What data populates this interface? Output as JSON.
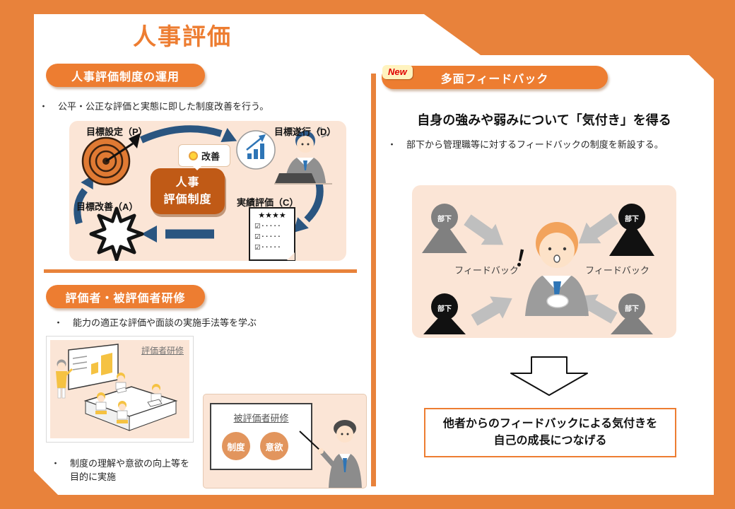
{
  "colors": {
    "frame_orange": "#E8823B",
    "accent_orange": "#ED7D31",
    "peach_background": "#FBE5D6",
    "center_box_brown": "#C05A16",
    "navy_arrow": "#2A5580",
    "gray_arrow": "#BFBFBF",
    "new_red": "#E00000"
  },
  "page": {
    "title": "人事評価",
    "bullet_marker": "・"
  },
  "left": {
    "operation": {
      "badge": "人事評価制度の運用",
      "bullet": "公平・公正な評価と実態に即した制度改善を行う。",
      "pdca": {
        "plan_label": "目標設定（P）",
        "do_label": "目標遂行（D）",
        "check_label": "実績評価（C）",
        "act_label": "目標改善（A）",
        "center_line1": "人事",
        "center_line2": "評価制度",
        "improvement_label": "改善",
        "checklist_stars": "★★★★",
        "checklist_rows": [
          "☑･････",
          "☑･････",
          "☑･････"
        ]
      }
    },
    "training": {
      "badge": "評価者・被評価者研修",
      "bullet": "能力の適正な評価や面談の実施手法等を学ぶ",
      "evaluator_label": "評価者研修",
      "evaluatee_label": "被評価者研修",
      "topic1": "制度",
      "topic2": "意欲",
      "purpose_line1": "制度の理解や意欲の向上等を",
      "purpose_line2": "目的に実施"
    }
  },
  "right": {
    "new_label": "New",
    "badge": "多面フィードバック",
    "heading": "自身の強みや弱みについて「気付き」を得る",
    "bullet": "部下から管理職等に対するフィードバックの制度を新設する。",
    "diagram": {
      "subordinate": "部下",
      "feedback_left": "フィードバック",
      "feedback_right": "フィードバック",
      "exclamation": "！"
    },
    "conclusion_line1": "他者からのフィードバックによる気付きを",
    "conclusion_line2": "自己の成長につなげる"
  }
}
